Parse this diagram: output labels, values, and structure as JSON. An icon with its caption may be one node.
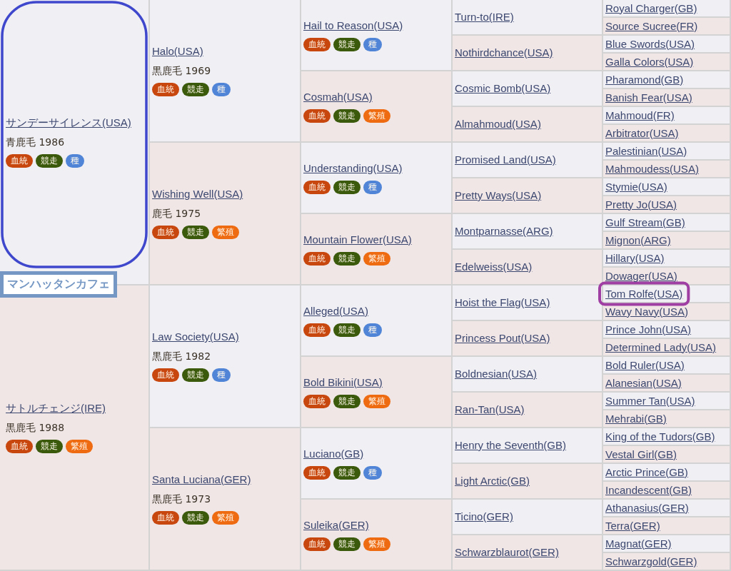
{
  "diagram": {
    "nodes": [
      {
        "text": [
          "マンハッタンカフェ"
        ]
      },
      {
        "text": [
          "サンデーサイレンス(USA)",
          "青鹿毛 1986"
        ]
      },
      {
        "text": [
          "血統"
        ],
        "in": 1
      },
      {
        "text": [
          "競走"
        ],
        "in": 1
      },
      {
        "text": [
          "種"
        ],
        "in": 1
      },
      {
        "text": [
          "Halo(USA)",
          "黒鹿毛 1969"
        ]
      },
      {
        "text": [
          "血統"
        ],
        "in": 5
      },
      {
        "text": [
          "競走"
        ],
        "in": 5
      },
      {
        "text": [
          "種"
        ],
        "in": 5
      },
      {
        "text": [
          "Hail to Reason(USA)"
        ]
      },
      {
        "text": [
          "血統"
        ],
        "in": 9
      },
      {
        "text": [
          "競走"
        ],
        "in": 9
      },
      {
        "text": [
          "種"
        ],
        "in": 9
      },
      {
        "text": [
          "Turn-to(IRE)"
        ]
      },
      {
        "text": [
          "Royal Charger(GB)"
        ]
      },
      {
        "text": [
          "Source Sucree(FR)"
        ]
      },
      {
        "text": [
          "Nothirdchance(USA)"
        ]
      },
      {
        "text": [
          "Blue Swords(USA)"
        ]
      },
      {
        "text": [
          "Galla Colors(USA)"
        ]
      },
      {
        "text": [
          "Cosmah(USA)"
        ]
      },
      {
        "text": [
          "血統"
        ],
        "in": 19
      },
      {
        "text": [
          "競走"
        ],
        "in": 19
      },
      {
        "text": [
          "繁殖"
        ],
        "in": 19
      },
      {
        "text": [
          "Cosmic Bomb(USA)"
        ]
      },
      {
        "text": [
          "Pharamond(GB)"
        ]
      },
      {
        "text": [
          "Banish Fear(USA)"
        ]
      },
      {
        "text": [
          "Almahmoud(USA)"
        ]
      },
      {
        "text": [
          "Mahmoud(FR)"
        ]
      },
      {
        "text": [
          "Arbitrator(USA)"
        ]
      },
      {
        "text": [
          "Wishing Well(USA)",
          "鹿毛 1975"
        ]
      },
      {
        "text": [
          "血統"
        ],
        "in": 29
      },
      {
        "text": [
          "競走"
        ],
        "in": 29
      },
      {
        "text": [
          "繁殖"
        ],
        "in": 29
      },
      {
        "text": [
          "Understanding(USA)"
        ]
      },
      {
        "text": [
          "血統"
        ],
        "in": 33
      },
      {
        "text": [
          "競走"
        ],
        "in": 33
      },
      {
        "text": [
          "種"
        ],
        "in": 33
      },
      {
        "text": [
          "Promised Land(USA)"
        ]
      },
      {
        "text": [
          "Palestinian(USA)"
        ]
      },
      {
        "text": [
          "Mahmoudess(USA)"
        ]
      },
      {
        "text": [
          "Pretty Ways(USA)"
        ]
      },
      {
        "text": [
          "Stymie(USA)"
        ]
      },
      {
        "text": [
          "Pretty Jo(USA)"
        ]
      },
      {
        "text": [
          "Mountain Flower(USA)"
        ]
      },
      {
        "text": [
          "血統"
        ],
        "in": 43
      },
      {
        "text": [
          "競走"
        ],
        "in": 43
      },
      {
        "text": [
          "繁殖"
        ],
        "in": 43
      },
      {
        "text": [
          "Montparnasse(ARG)"
        ]
      },
      {
        "text": [
          "Gulf Stream(GB)"
        ]
      },
      {
        "text": [
          "Mignon(ARG)"
        ]
      },
      {
        "text": [
          "Edelweiss(USA)"
        ]
      },
      {
        "text": [
          "Hillary(USA)"
        ]
      },
      {
        "text": [
          "Dowager(USA)"
        ]
      },
      {
        "text": [
          "サトルチェンジ(IRE)",
          "黒鹿毛 1988"
        ]
      },
      {
        "text": [
          "血統"
        ],
        "in": 53
      },
      {
        "text": [
          "競走"
        ],
        "in": 53
      },
      {
        "text": [
          "繁殖"
        ],
        "in": 53
      },
      {
        "text": [
          "Law Society(USA)",
          "黒鹿毛 1982"
        ]
      },
      {
        "text": [
          "血統"
        ],
        "in": 57
      },
      {
        "text": [
          "競走"
        ],
        "in": 57
      },
      {
        "text": [
          "種"
        ],
        "in": 57
      },
      {
        "text": [
          "Alleged(USA)"
        ]
      },
      {
        "text": [
          "血統"
        ],
        "in": 61
      },
      {
        "text": [
          "競走"
        ],
        "in": 61
      },
      {
        "text": [
          "種"
        ],
        "in": 61
      },
      {
        "text": [
          "Hoist the Flag(USA)"
        ]
      },
      {
        "text": [
          "Tom Rolfe(USA)"
        ]
      },
      {
        "text": [
          "Wavy Navy(USA)"
        ]
      },
      {
        "text": [
          "Princess Pout(USA)"
        ]
      },
      {
        "text": [
          "Prince John(USA)"
        ]
      },
      {
        "text": [
          "Determined Lady(USA)"
        ]
      },
      {
        "text": [
          "Bold Bikini(USA)"
        ]
      },
      {
        "text": [
          "血統"
        ],
        "in": 71
      },
      {
        "text": [
          "競走"
        ],
        "in": 71
      },
      {
        "text": [
          "繁殖"
        ],
        "in": 71
      },
      {
        "text": [
          "Boldnesian(USA)"
        ]
      },
      {
        "text": [
          "Bold Ruler(USA)"
        ]
      },
      {
        "text": [
          "Alanesian(USA)"
        ]
      },
      {
        "text": [
          "Ran-Tan(USA)"
        ]
      },
      {
        "text": [
          "Summer Tan(USA)"
        ]
      },
      {
        "text": [
          "Mehrabi(GB)"
        ]
      },
      {
        "text": [
          "Santa Luciana(GER)",
          "黒鹿毛 1973"
        ]
      },
      {
        "text": [
          "血統"
        ],
        "in": 81
      },
      {
        "text": [
          "競走"
        ],
        "in": 81
      },
      {
        "text": [
          "繁殖"
        ],
        "in": 81
      },
      {
        "text": [
          "Luciano(GB)"
        ]
      },
      {
        "text": [
          "血統"
        ],
        "in": 85
      },
      {
        "text": [
          "競走"
        ],
        "in": 85
      },
      {
        "text": [
          "種"
        ],
        "in": 85
      },
      {
        "text": [
          "Henry the Seventh(GB)"
        ]
      },
      {
        "text": [
          "King of the Tudors(GB)"
        ]
      },
      {
        "text": [
          "Vestal Girl(GB)"
        ]
      },
      {
        "text": [
          "Light Arctic(GB)"
        ]
      },
      {
        "text": [
          "Arctic Prince(GB)"
        ]
      },
      {
        "text": [
          "Incandescent(GB)"
        ]
      },
      {
        "text": [
          "Suleika(GER)"
        ]
      },
      {
        "text": [
          "血統"
        ],
        "in": 95
      },
      {
        "text": [
          "競走"
        ],
        "in": 95
      },
      {
        "text": [
          "繁殖"
        ],
        "in": 95
      },
      {
        "text": [
          "Ticino(GER)"
        ]
      },
      {
        "text": [
          "Athanasius(GER)"
        ]
      },
      {
        "text": [
          "Terra(GER)"
        ]
      },
      {
        "text": [
          "Schwarzblaurot(GER)"
        ]
      },
      {
        "text": [
          "Magnat(GER)"
        ]
      },
      {
        "text": [
          "Schwarzgold(GER)"
        ]
      }
    ]
  }
}
